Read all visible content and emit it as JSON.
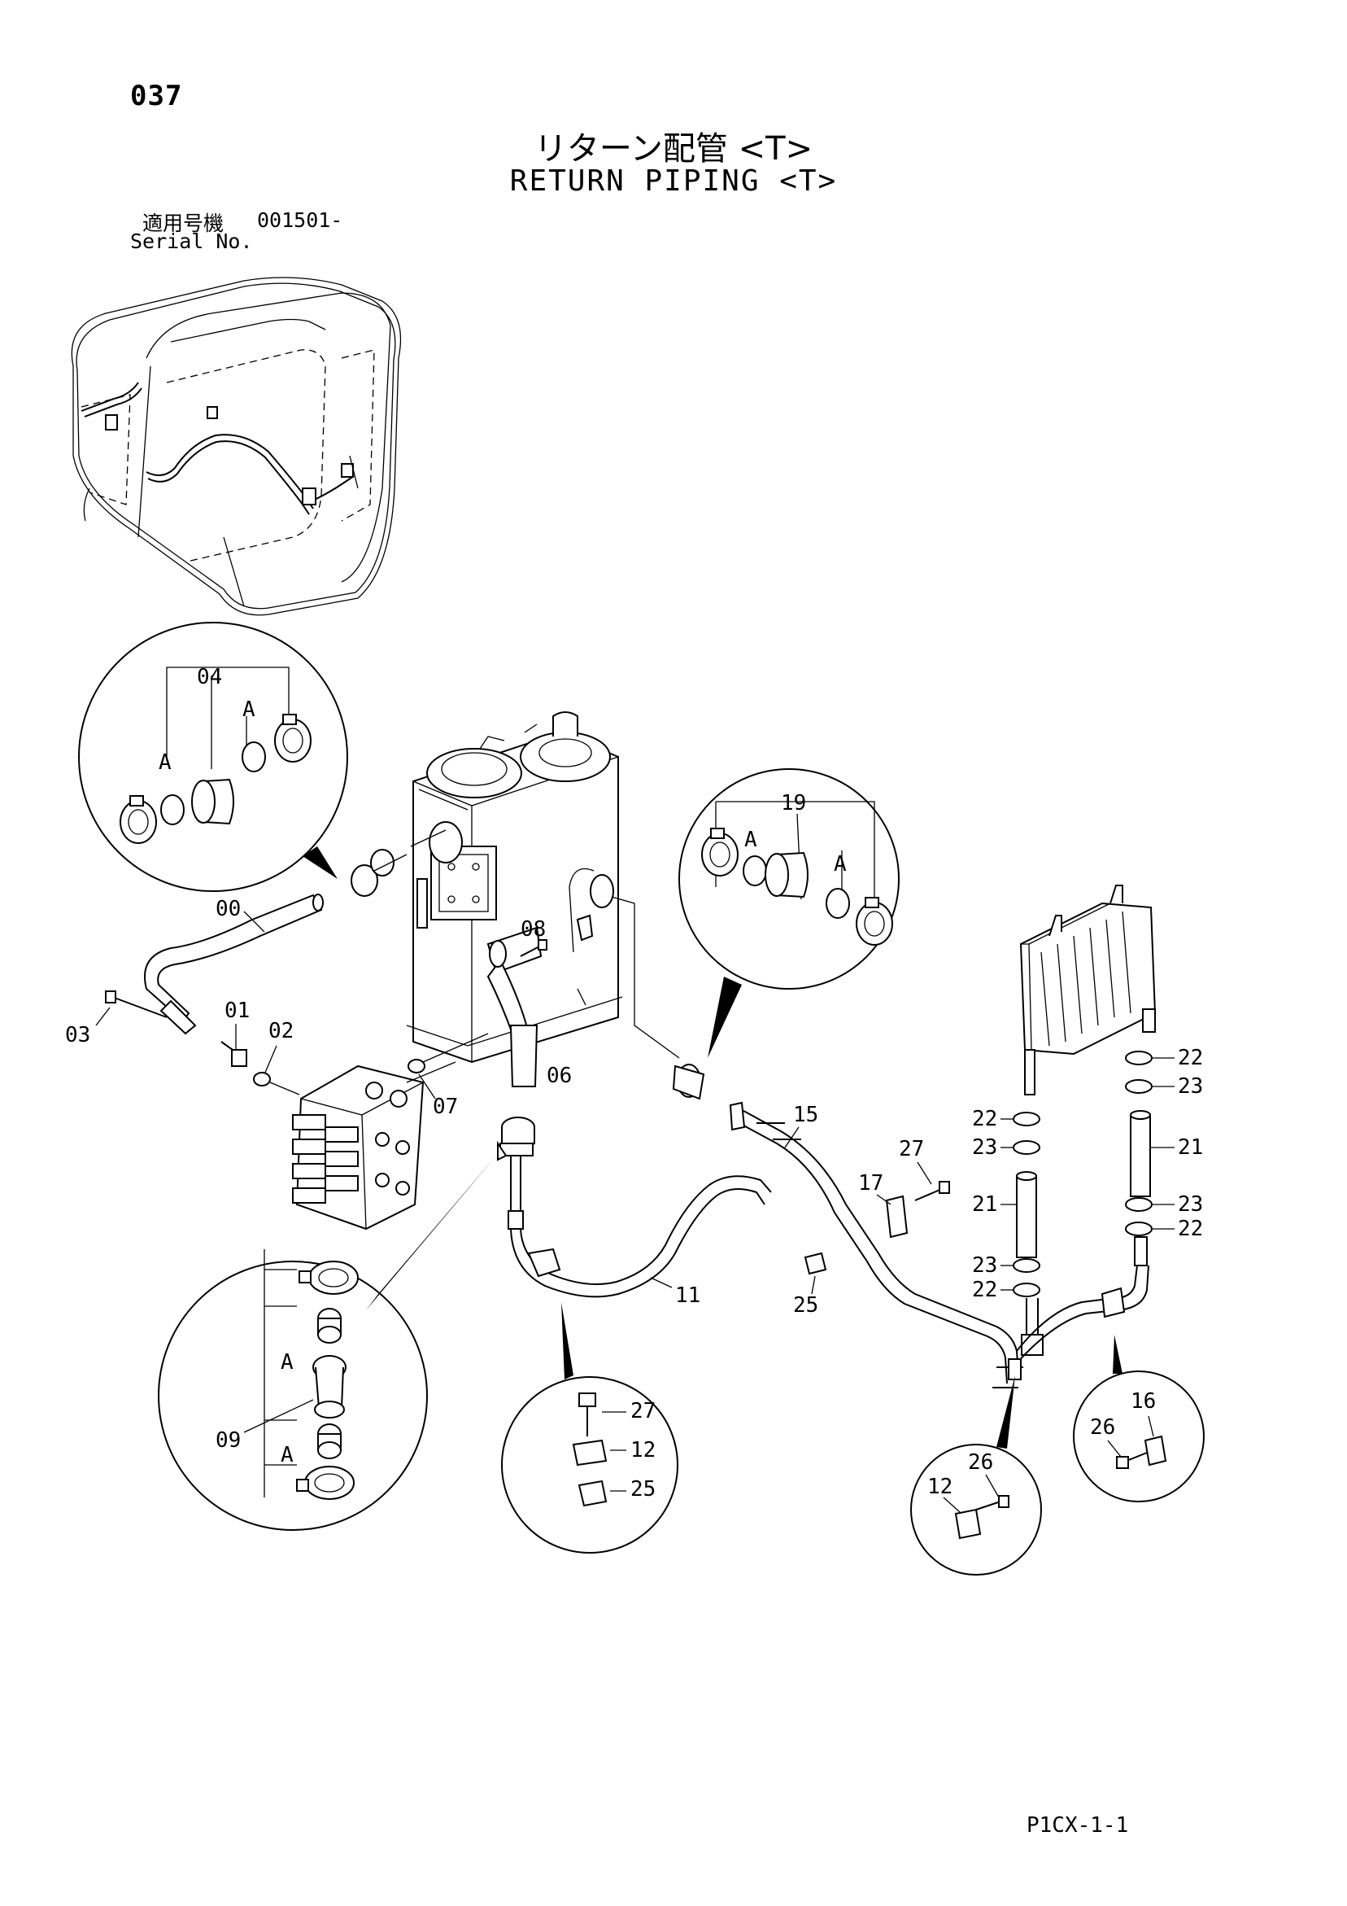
{
  "header": {
    "page_number": "037",
    "title_jp": "リターン配管 <T>",
    "title_en": "RETURN PIPING <T>",
    "serial_label_jp": "適用号機",
    "serial_value": "001501-",
    "serial_label_en": "Serial No."
  },
  "footer": {
    "drawing_code": "P1CX-1-1"
  },
  "callouts": {
    "c00": "00",
    "c01": "01",
    "c02": "02",
    "c03": "03",
    "c04": "04",
    "c06": "06",
    "c07": "07",
    "c08": "08",
    "c09": "09",
    "c11": "11",
    "c12a": "12",
    "c12b": "12",
    "c15": "15",
    "c16": "16",
    "c17": "17",
    "c19": "19",
    "c21a": "21",
    "c21b": "21",
    "c22a": "22",
    "c22b": "22",
    "c22c": "22",
    "c22d": "22",
    "c23a": "23",
    "c23b": "23",
    "c23c": "23",
    "c23d": "23",
    "c25a": "25",
    "c25b": "25",
    "c26a": "26",
    "c26b": "26",
    "c27a": "27",
    "c27b": "27",
    "a1": "A",
    "a2": "A",
    "a3": "A",
    "a4": "A",
    "a5": "A",
    "a6": "A"
  }
}
